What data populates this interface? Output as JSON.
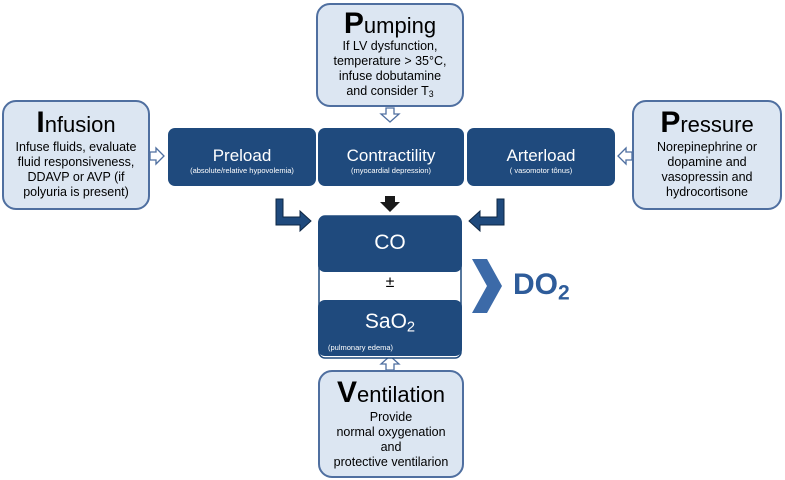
{
  "pumping": {
    "initial": "P",
    "rest": "umping",
    "lines": [
      "If LV dysfunction,",
      "temperature > 35°C,",
      "infuse dobutamine"
    ],
    "last_prefix": "and consider T",
    "last_sub": "3"
  },
  "infusion": {
    "initial": "I",
    "rest": "nfusion",
    "lines": [
      "Infuse fluids, evaluate",
      "fluid responsiveness,",
      "DDAVP or AVP (if",
      "polyuria is present)"
    ]
  },
  "pressure": {
    "initial": "P",
    "rest": "ressure",
    "lines": [
      "Norepinephrine or",
      "dopamine and",
      "vasopressin and",
      "hydrocortisone"
    ]
  },
  "ventilation": {
    "initial": "V",
    "rest": "entilation",
    "lines": [
      "Provide",
      "normal oxygenation",
      "and",
      "protective ventilarion"
    ]
  },
  "preload": {
    "label": "Preload",
    "sub": "(absolute/relative hypovolemia)"
  },
  "contractility": {
    "label": "Contractility",
    "sub": "(myocardial depression)"
  },
  "arterload": {
    "label": "Arterload",
    "sub": "(  vasomotor tônus)"
  },
  "co": {
    "label": "CO"
  },
  "plusminus": "±",
  "sao2": {
    "label": "SaO",
    "sub": "2",
    "note": "(pulmonary edema)"
  },
  "do2": {
    "label": "DO",
    "sub": "2"
  },
  "colors": {
    "dark_box": "#1f4a7d",
    "light_box": "#dce6f2",
    "light_border": "#4f6fa0",
    "chevron": "#3c6aa8",
    "do2_text": "#2e5c9a"
  }
}
